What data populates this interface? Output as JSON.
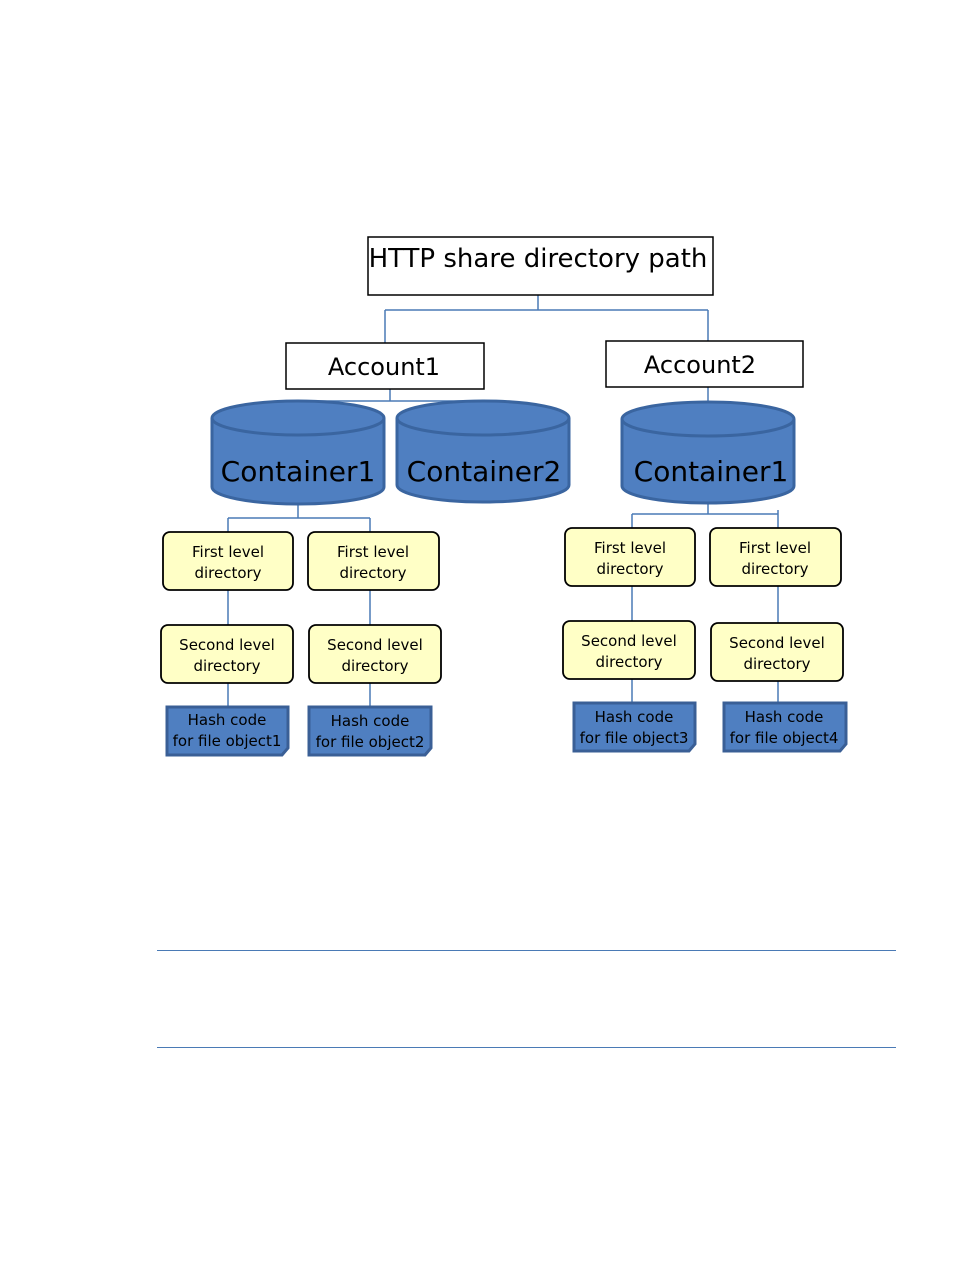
{
  "root": {
    "label": "HTTP share directory path"
  },
  "accounts": [
    {
      "label": "Account1"
    },
    {
      "label": "Account2"
    }
  ],
  "containers": [
    {
      "label": "Container1"
    },
    {
      "label": "Container2"
    },
    {
      "label": "Container1"
    }
  ],
  "first_level": [
    {
      "line1": "First level",
      "line2": "directory"
    },
    {
      "line1": "First level",
      "line2": "directory"
    },
    {
      "line1": "First level",
      "line2": "directory"
    },
    {
      "line1": "First level",
      "line2": "directory"
    }
  ],
  "second_level": [
    {
      "line1": "Second level",
      "line2": "directory"
    },
    {
      "line1": "Second level",
      "line2": "directory"
    },
    {
      "line1": "Second level",
      "line2": "directory"
    },
    {
      "line1": "Second level",
      "line2": "directory"
    }
  ],
  "hash_codes": [
    {
      "line1": "Hash code",
      "line2": "for file object1"
    },
    {
      "line1": "Hash code",
      "line2": "for file object2"
    },
    {
      "line1": "Hash code",
      "line2": "for file object3"
    },
    {
      "line1": "Hash code",
      "line2": "for file object4"
    }
  ],
  "colors": {
    "connector": "#4a7ab5",
    "container_fill": "#4f7fc1",
    "container_stroke": "#3a65a0",
    "directory_fill": "#ffffc6",
    "hash_fill": "#4f7fc1",
    "hash_stroke": "#3a5f96"
  }
}
